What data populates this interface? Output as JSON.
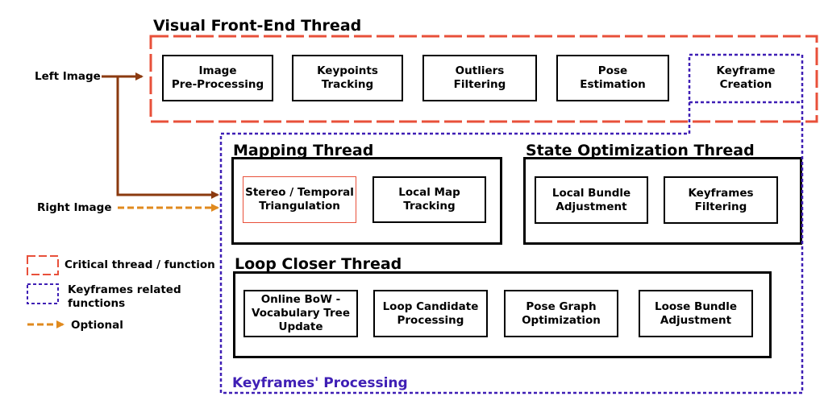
{
  "titles": {
    "frontend": "Visual Front-End Thread",
    "mapping": "Mapping Thread",
    "state": "State Optimization Thread",
    "loop": "Loop Closer Thread",
    "keyframes": "Keyframes' Processing"
  },
  "frontend": {
    "preprocess": "Image\nPre-Processing",
    "tracking": "Keypoints\nTracking",
    "outliers": "Outliers\nFiltering",
    "pose": "Pose\nEstimation",
    "keyframe": "Keyframe\nCreation"
  },
  "mapping": {
    "triangulation": "Stereo / Temporal\nTriangulation",
    "localmap": "Local Map\nTracking"
  },
  "state": {
    "bundle": "Local Bundle\nAdjustment",
    "kffilter": "Keyframes\nFiltering"
  },
  "loop": {
    "bow": "Online  BoW -\nVocabulary Tree\nUpdate",
    "candidate": "Loop Candidate\nProcessing",
    "posegraph": "Pose Graph\nOptimization",
    "loose": "Loose Bundle\nAdjustment"
  },
  "inputs": {
    "left": "Left Image",
    "right": "Right Image"
  },
  "legend": {
    "critical": "Critical thread / function",
    "keyframes": "Keyframes related\nfunctions",
    "optional": "Optional"
  },
  "colors": {
    "critical": "#e8503a",
    "keyframes": "#3f1fb5",
    "left_arrow": "#8b3a0f",
    "optional": "#e08a1e"
  }
}
